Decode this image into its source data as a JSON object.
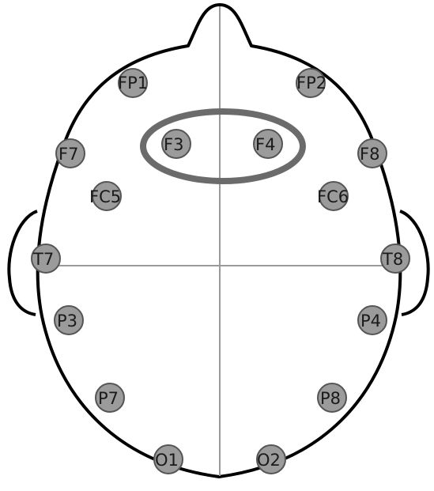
{
  "diagram": {
    "colors": {
      "head_outline": "#000000",
      "midlines": "#9a9a9a",
      "electrode_fill": "#9b9b9b",
      "electrode_stroke": "#555555",
      "highlight_ring": "#6b6b6b",
      "background": "#ffffff"
    },
    "electrodes": [
      {
        "id": "fp1",
        "label": "FP1"
      },
      {
        "id": "fp2",
        "label": "FP2"
      },
      {
        "id": "f7",
        "label": "F7"
      },
      {
        "id": "f3",
        "label": "F3"
      },
      {
        "id": "f4",
        "label": "F4"
      },
      {
        "id": "f8",
        "label": "F8"
      },
      {
        "id": "fc5",
        "label": "FC5"
      },
      {
        "id": "fc6",
        "label": "FC6"
      },
      {
        "id": "t7",
        "label": "T7"
      },
      {
        "id": "t8",
        "label": "T8"
      },
      {
        "id": "p3",
        "label": "P3"
      },
      {
        "id": "p4",
        "label": "P4"
      },
      {
        "id": "p7",
        "label": "P7"
      },
      {
        "id": "p8",
        "label": "P8"
      },
      {
        "id": "o1",
        "label": "O1"
      },
      {
        "id": "o2",
        "label": "O2"
      }
    ],
    "highlighted": [
      "F3",
      "F4"
    ]
  }
}
